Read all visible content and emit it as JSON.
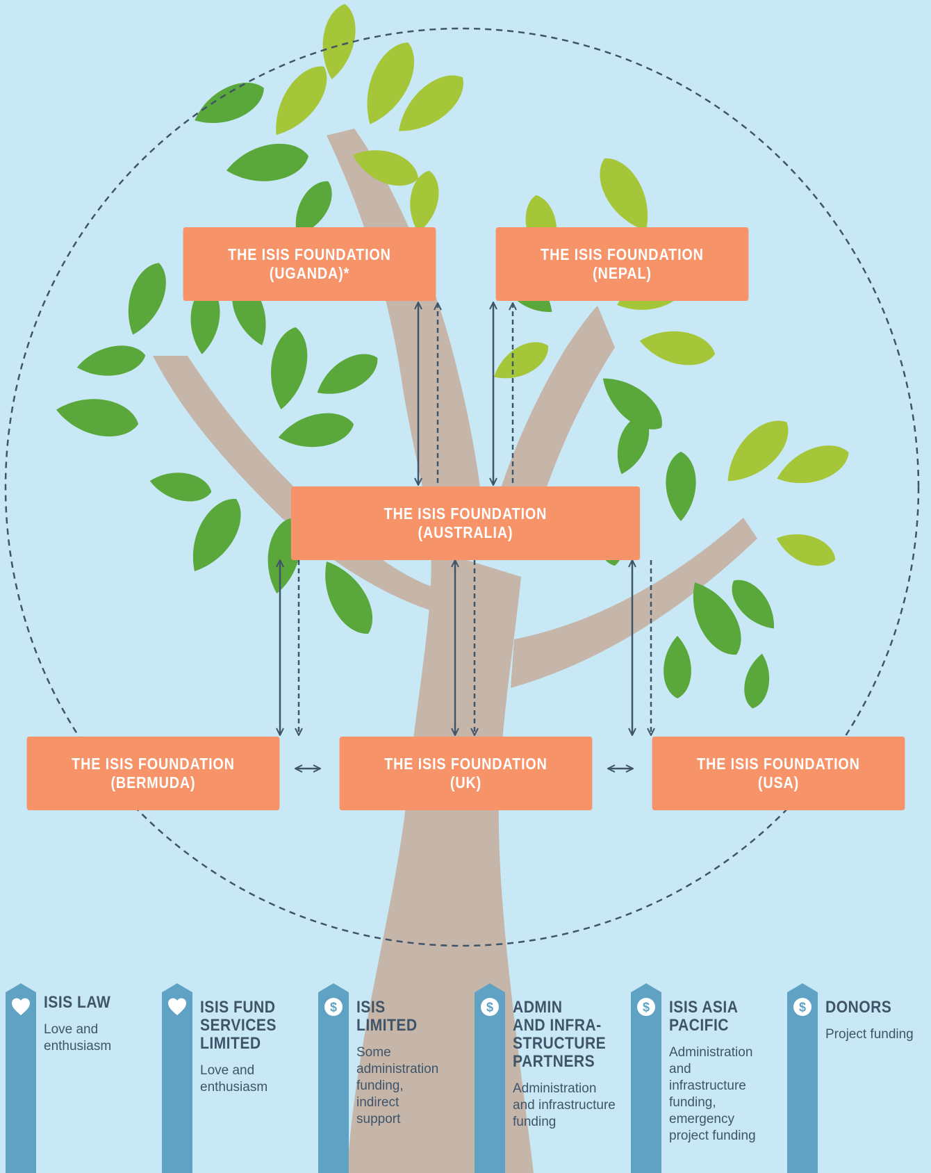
{
  "colors": {
    "background": "#c9e8f5",
    "trunk": "#c6b6aa",
    "box": "#f69369",
    "box_text": "#ffffff",
    "arrow": "#3f5468",
    "circle": "#3f5468",
    "root_pole": "#5fa2c4",
    "root_title": "#3f5468",
    "root_text": "#3f5468",
    "leaf_light": "#a4c638",
    "leaf_dark": "#5aa83c"
  },
  "entities": {
    "uganda": {
      "line1": "THE ISIS FOUNDATION",
      "line2": "(UGANDA)*"
    },
    "nepal": {
      "line1": "THE ISIS FOUNDATION",
      "line2": "(NEPAL)"
    },
    "australia": {
      "line1": "THE ISIS FOUNDATION",
      "line2": "(AUSTRALIA)"
    },
    "bermuda": {
      "line1": "THE ISIS FOUNDATION",
      "line2": "(BERMUDA)"
    },
    "uk": {
      "line1": "THE ISIS FOUNDATION",
      "line2": "(UK)"
    },
    "usa": {
      "line1": "THE ISIS FOUNDATION",
      "line2": "(USA)"
    }
  },
  "roots": [
    {
      "icon": "heart-icon",
      "title": [
        "ISIS LAW"
      ],
      "desc": [
        "Love and",
        "enthusiasm"
      ]
    },
    {
      "icon": "heart-icon",
      "title": [
        "ISIS FUND",
        "SERVICES",
        "LIMITED"
      ],
      "desc": [
        "Love and",
        "enthusiasm"
      ]
    },
    {
      "icon": "dollar-icon",
      "title": [
        "ISIS",
        "LIMITED"
      ],
      "desc": [
        "Some",
        "administration",
        "funding,",
        "indirect",
        "support"
      ]
    },
    {
      "icon": "dollar-icon",
      "title": [
        "ADMIN",
        "AND INFRA-",
        "STRUCTURE",
        "PARTNERS"
      ],
      "desc": [
        "Administration",
        "and infrastructure",
        "funding"
      ]
    },
    {
      "icon": "dollar-icon",
      "title": [
        "ISIS ASIA",
        "PACIFIC"
      ],
      "desc": [
        "Administration",
        "and",
        "infrastructure",
        "funding,",
        "emergency",
        "project funding"
      ]
    },
    {
      "icon": "dollar-icon",
      "title": [
        "DONORS"
      ],
      "desc": [
        "Project funding"
      ]
    }
  ],
  "icon_glyphs": {
    "dollar": "$"
  }
}
